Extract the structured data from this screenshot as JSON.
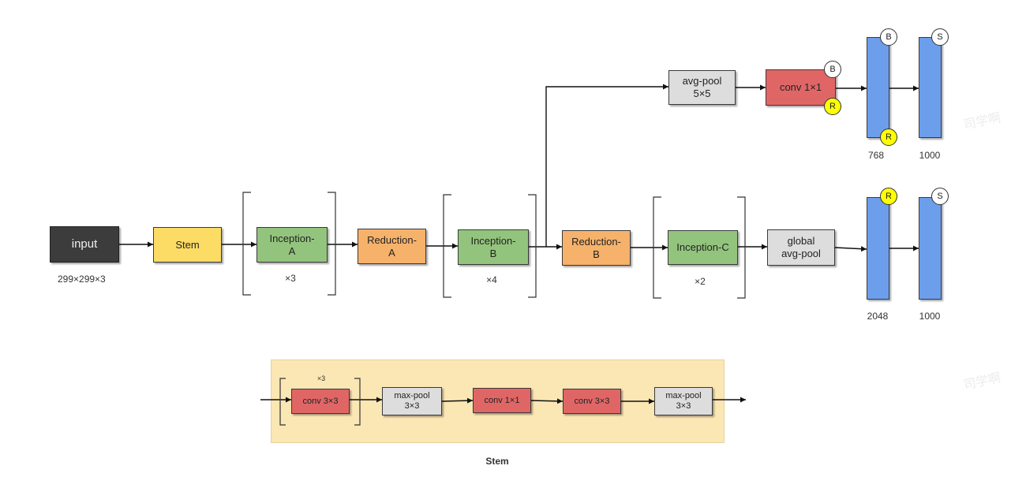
{
  "main": {
    "input": {
      "label": "input",
      "dims": "299×299×3"
    },
    "stem": "Stem",
    "inception_a": {
      "label": "Inception-\nA",
      "repeat": "×3"
    },
    "reduction_a": "Reduction-\nA",
    "inception_b": {
      "label": "Inception-\nB",
      "repeat": "×4"
    },
    "reduction_b": "Reduction-\nB",
    "inception_c": {
      "label": "Inception-C",
      "repeat": "×2"
    },
    "global_pool": "global\navg-pool",
    "fc_main": {
      "badge_top": "R",
      "size": "2048"
    },
    "softmax_main": {
      "badge_top": "S",
      "size": "1000"
    }
  },
  "aux": {
    "avg_pool": "avg-pool\n5×5",
    "conv": "conv 1×1",
    "conv_badge_top": "B",
    "conv_badge_bottom": "R",
    "fc": {
      "badge_top": "B",
      "badge_bottom": "R",
      "size": "768"
    },
    "softmax": {
      "badge_top": "S",
      "size": "1000"
    }
  },
  "stem_detail": {
    "title": "Stem",
    "repeat": "×3",
    "blocks": [
      "conv 3×3",
      "max-pool\n3×3",
      "conv 1×1",
      "conv 3×3",
      "max-pool\n3×3"
    ]
  },
  "watermark": [
    "司学啊",
    "司学啊"
  ],
  "colors": {
    "input": "#3c3c3c",
    "stem": "#fddc66",
    "inception": "#93c47d",
    "reduction": "#f6b26b",
    "pool": "#dddddd",
    "conv": "#e06666",
    "fc": "#6d9eeb",
    "badge_relu": "#ffff00",
    "stem_panel": "#fbe7b4"
  }
}
